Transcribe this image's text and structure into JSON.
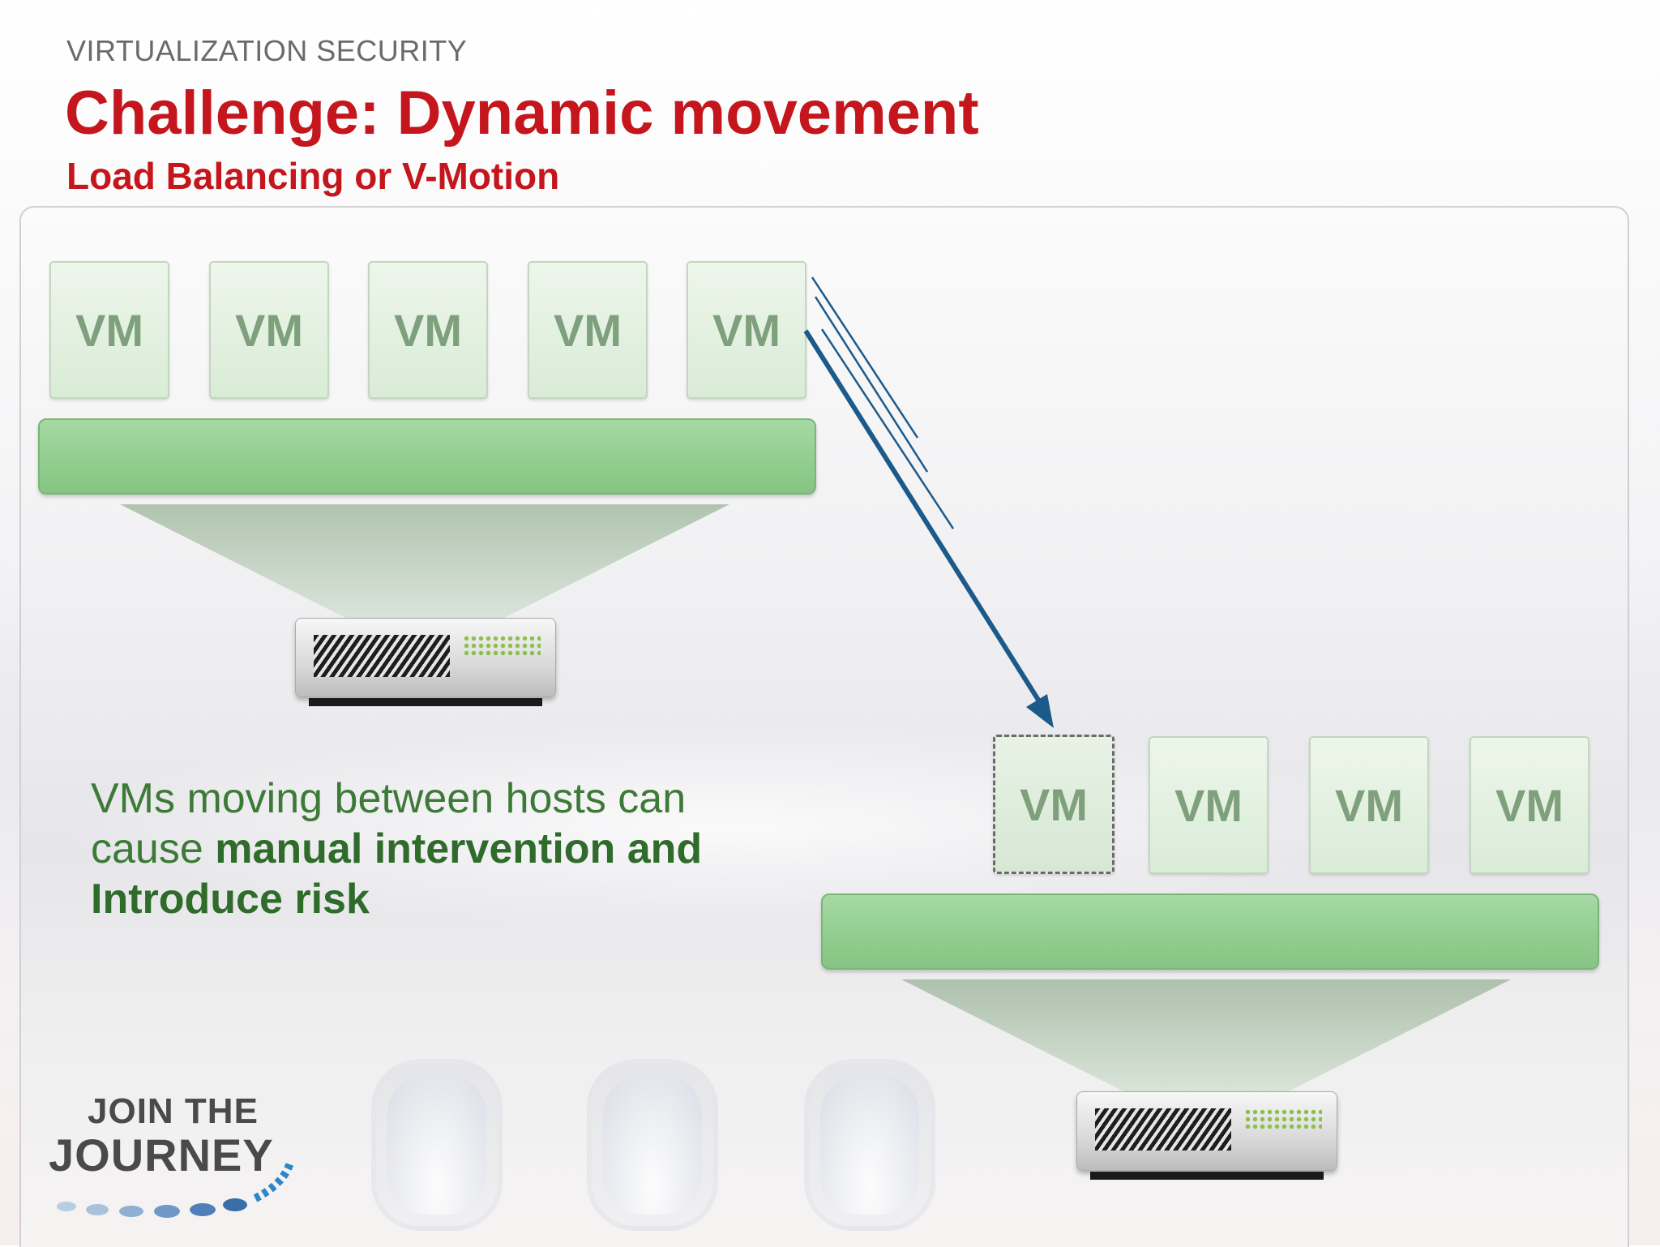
{
  "header": {
    "eyebrow": "VIRTUALIZATION SECURITY",
    "title": "Challenge: Dynamic movement",
    "subtitle": "Load Balancing or V-Motion"
  },
  "hosts": [
    {
      "vms": [
        "VM",
        "VM",
        "VM",
        "VM",
        "VM"
      ]
    },
    {
      "vms": [
        "VM",
        "VM",
        "VM",
        "VM"
      ],
      "migrated_index": 0
    }
  ],
  "body": {
    "line_plain": "VMs moving between hosts can cause ",
    "line_bold": "manual intervention and Introduce risk"
  },
  "logo": {
    "line1": "JOIN THE",
    "line2": "JOURNEY"
  },
  "colors": {
    "title": "#c4161c",
    "text_green": "#3d7a37",
    "host_bar": "#92cf8f",
    "arrow": "#1c5a8a"
  }
}
